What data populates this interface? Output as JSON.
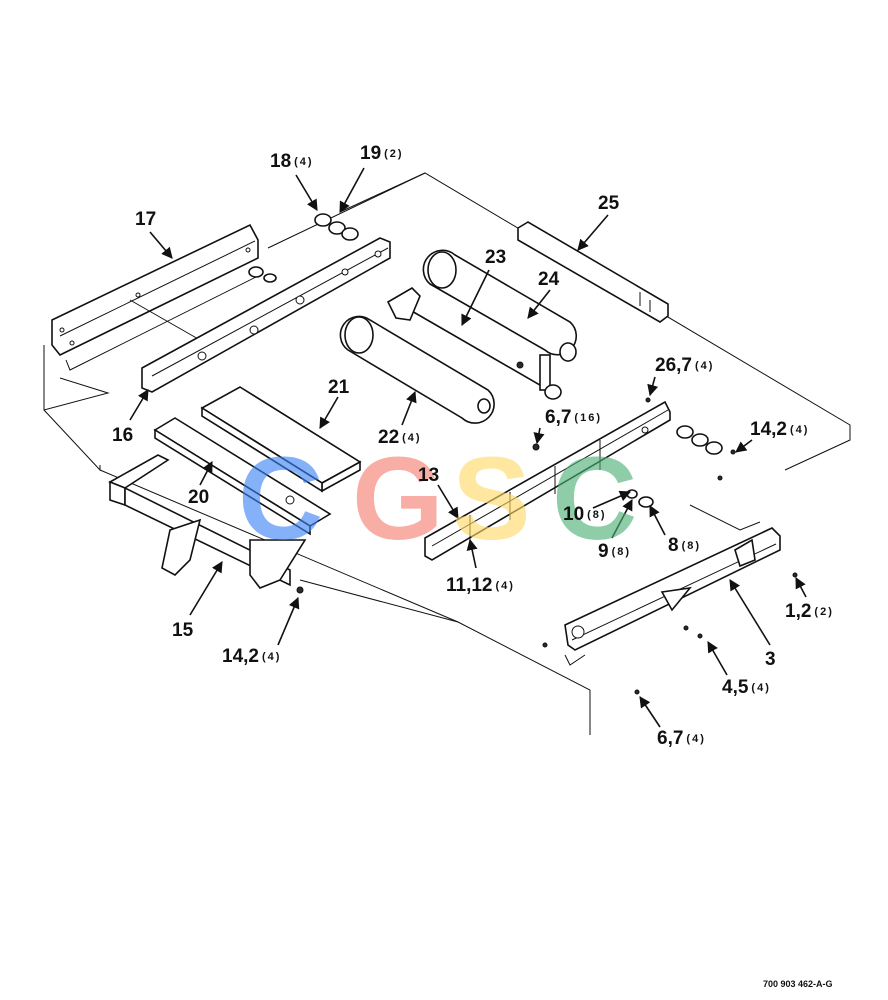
{
  "diagram": {
    "drawing_number": "700 903 462-A-G",
    "watermark": {
      "letters": [
        "C",
        "G",
        "S",
        "C"
      ],
      "colors": [
        "#3b82f6",
        "#f47c6f",
        "#ffd966",
        "#4caf76"
      ]
    },
    "callouts": [
      {
        "id": "c18",
        "num": "18",
        "qty": "(4)"
      },
      {
        "id": "c19",
        "num": "19",
        "qty": "(2)"
      },
      {
        "id": "c17",
        "num": "17",
        "qty": ""
      },
      {
        "id": "c25",
        "num": "25",
        "qty": ""
      },
      {
        "id": "c23",
        "num": "23",
        "qty": ""
      },
      {
        "id": "c24",
        "num": "24",
        "qty": ""
      },
      {
        "id": "c21",
        "num": "21",
        "qty": ""
      },
      {
        "id": "c22",
        "num": "22",
        "qty": "(4)"
      },
      {
        "id": "c26",
        "num": "26,7",
        "qty": "(4)"
      },
      {
        "id": "c6a",
        "num": "6,7",
        "qty": "(16)"
      },
      {
        "id": "c14a",
        "num": "14,2",
        "qty": "(4)"
      },
      {
        "id": "c16",
        "num": "16",
        "qty": ""
      },
      {
        "id": "c13",
        "num": "13",
        "qty": ""
      },
      {
        "id": "c20",
        "num": "20",
        "qty": ""
      },
      {
        "id": "c10",
        "num": "10",
        "qty": "(8)"
      },
      {
        "id": "c9",
        "num": "9",
        "qty": "(8)"
      },
      {
        "id": "c8",
        "num": "8",
        "qty": "(8)"
      },
      {
        "id": "c11",
        "num": "11,12",
        "qty": "(4)"
      },
      {
        "id": "c1",
        "num": "1,2",
        "qty": "(2)"
      },
      {
        "id": "c15",
        "num": "15",
        "qty": ""
      },
      {
        "id": "c3",
        "num": "3",
        "qty": ""
      },
      {
        "id": "c14b",
        "num": "14,2",
        "qty": "(4)"
      },
      {
        "id": "c4",
        "num": "4,5",
        "qty": "(4)"
      },
      {
        "id": "c6b",
        "num": "6,7",
        "qty": "(4)"
      }
    ]
  }
}
